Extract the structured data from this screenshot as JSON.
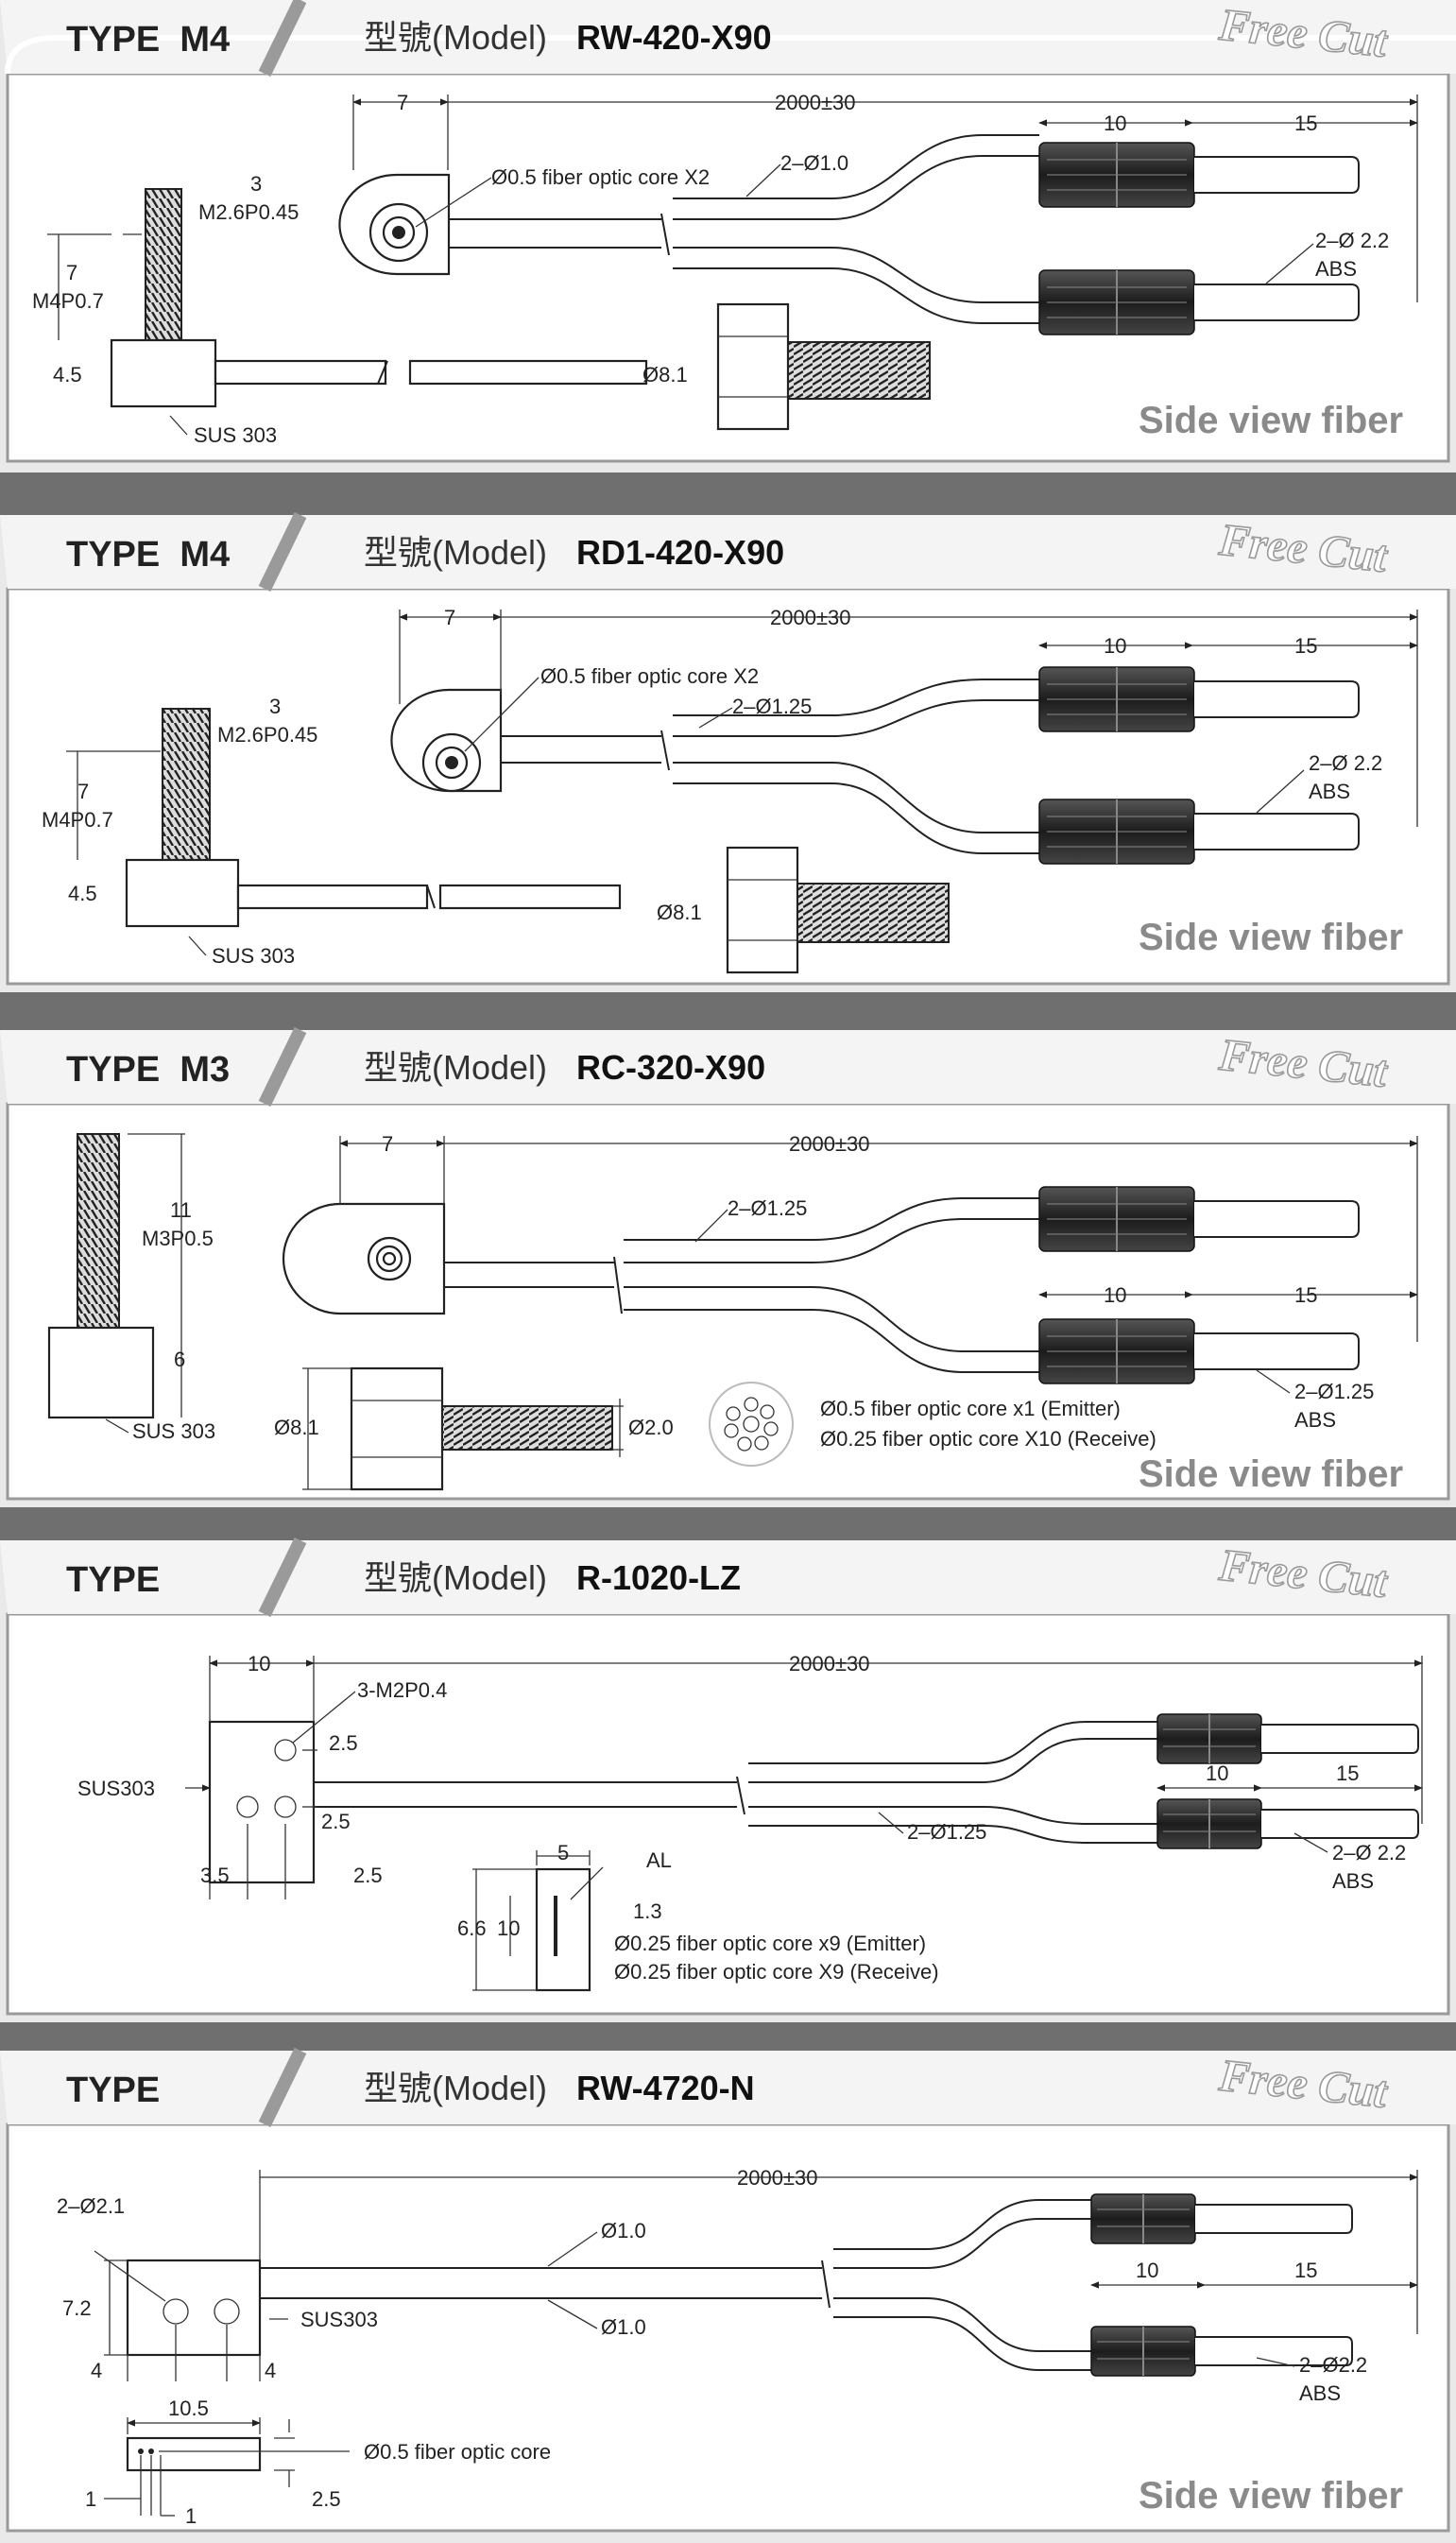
{
  "free_cut_label": "Free Cut",
  "model_label": "型號(Model)",
  "side_view_label": "Side view fiber",
  "sections": [
    {
      "type_label": "TYPE  M4",
      "model_code": "RW-420-X90",
      "dims": {
        "head_width": "7",
        "length": "2000±30",
        "core": "Ø0.5 fiber optic core X2",
        "fiber": "2–Ø1.0",
        "sleeve": "10",
        "tip": "15",
        "abs_dia": "2–Ø 2.2",
        "abs": "ABS",
        "thread_top_len": "3",
        "thread_top": "M2.6P0.45",
        "thread_len": "7",
        "thread": "M4P0.7",
        "nut_h": "4.5",
        "material": "SUS 303",
        "nut_dia": "Ø8.1"
      }
    },
    {
      "type_label": "TYPE  M4",
      "model_code": "RD1-420-X90",
      "dims": {
        "head_width": "7",
        "length": "2000±30",
        "core": "Ø0.5 fiber optic core X2",
        "fiber": "2–Ø1.25",
        "sleeve": "10",
        "tip": "15",
        "abs_dia": "2–Ø 2.2",
        "abs": "ABS",
        "thread_top_len": "3",
        "thread_top": "M2.6P0.45",
        "thread_len": "7",
        "thread": "M4P0.7",
        "nut_h": "4.5",
        "material": "SUS 303",
        "nut_dia": "Ø8.1"
      }
    },
    {
      "type_label": "TYPE  M3",
      "model_code": "RC-320-X90",
      "dims": {
        "head_width": "7",
        "length": "2000±30",
        "fiber": "2–Ø1.25",
        "sleeve": "10",
        "tip": "15",
        "abs_dia": "2–Ø1.25",
        "abs": "ABS",
        "thread_len": "11",
        "thread": "M3P0.5",
        "nut_h": "6",
        "material": "SUS 303",
        "nut_dia": "Ø8.1",
        "tip_dia": "Ø2.0",
        "core_emitter": "Ø0.5 fiber optic core x1 (Emitter)",
        "core_receive": "Ø0.25 fiber optic core X10 (Receive)"
      }
    },
    {
      "type_label": "TYPE",
      "model_code": "R-1020-LZ",
      "dims": {
        "block_width": "10",
        "length": "2000±30",
        "holes": "3-M2P0.4",
        "hole_sp1": "2.5",
        "hole_sp2": "2.5",
        "material": "SUS303",
        "bot_left": "3.5",
        "bot_right": "2.5",
        "fiber": "2–Ø1.25",
        "sleeve": "10",
        "tip": "15",
        "abs_dia": "2–Ø 2.2",
        "abs": "ABS",
        "face_w": "5",
        "face_mat": "AL",
        "face_gap": "1.3",
        "face_h_outer": "6.6",
        "face_h_inner": "10",
        "core_emitter": "Ø0.25 fiber optic core x9 (Emitter)",
        "core_receive": "Ø0.25 fiber optic core X9 (Receive)"
      }
    },
    {
      "type_label": "TYPE",
      "model_code": "RW-4720-N",
      "dims": {
        "holes": "2–Ø2.1",
        "length": "2000±30",
        "fiber_top": "Ø1.0",
        "fiber_bot": "Ø1.0",
        "block_h": "7.2",
        "material": "SUS303",
        "edge_l": "4",
        "edge_r": "4",
        "sleeve": "10",
        "tip": "15",
        "abs_dia": "2–Ø2.2",
        "abs": "ABS",
        "side_len": "10.5",
        "core": "Ø0.5 fiber optic core",
        "side_h": "2.5",
        "pitch_a": "1",
        "pitch_b": "1"
      }
    }
  ]
}
